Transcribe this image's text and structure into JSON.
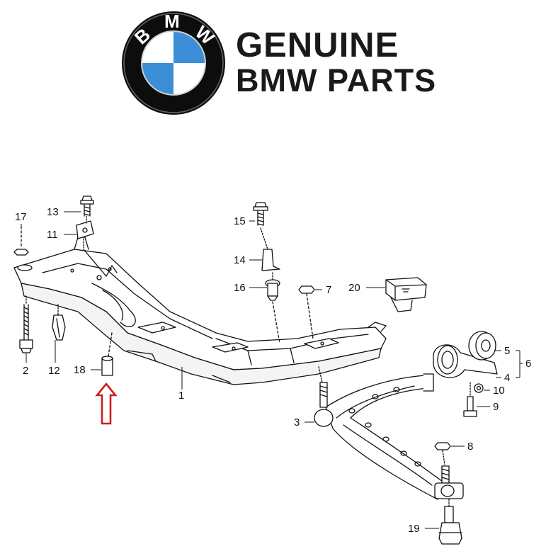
{
  "brand": {
    "logo_letters": "BMW",
    "heading_line1": "GENUINE",
    "heading_line2": "BMW PARTS",
    "colors": {
      "blue": "#3c8fd6",
      "black": "#111111",
      "white": "#ffffff"
    }
  },
  "callouts": [
    {
      "id": "c1",
      "label": "1"
    },
    {
      "id": "c2",
      "label": "2"
    },
    {
      "id": "c3",
      "label": "3"
    },
    {
      "id": "c4",
      "label": "4"
    },
    {
      "id": "c5",
      "label": "5"
    },
    {
      "id": "c6",
      "label": "6"
    },
    {
      "id": "c7",
      "label": "7"
    },
    {
      "id": "c8",
      "label": "8"
    },
    {
      "id": "c9",
      "label": "9"
    },
    {
      "id": "c10",
      "label": "10"
    },
    {
      "id": "c11",
      "label": "11"
    },
    {
      "id": "c12",
      "label": "12"
    },
    {
      "id": "c13",
      "label": "13"
    },
    {
      "id": "c14",
      "label": "14"
    },
    {
      "id": "c15",
      "label": "15"
    },
    {
      "id": "c16",
      "label": "16"
    },
    {
      "id": "c17",
      "label": "17"
    },
    {
      "id": "c18",
      "label": "18"
    },
    {
      "id": "c19",
      "label": "19"
    },
    {
      "id": "c20",
      "label": "20"
    }
  ],
  "highlight": {
    "target": "18",
    "color": "#cc1e1e",
    "icon": "arrow-up-icon"
  }
}
